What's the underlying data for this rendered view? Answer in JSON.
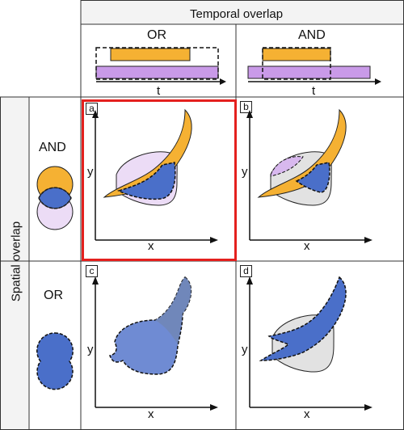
{
  "header": {
    "temporal_title": "Temporal overlap",
    "spatial_title": "Spatial overlap"
  },
  "columns": [
    {
      "label": "OR",
      "axis": "t"
    },
    {
      "label": "AND",
      "axis": "t"
    }
  ],
  "rows": [
    {
      "label": "AND"
    },
    {
      "label": "OR"
    }
  ],
  "panels": [
    {
      "id": "a",
      "xlabel": "x",
      "ylabel": "y",
      "highlighted": true
    },
    {
      "id": "b",
      "xlabel": "x",
      "ylabel": "y",
      "highlighted": false
    },
    {
      "id": "c",
      "xlabel": "x",
      "ylabel": "y",
      "highlighted": false
    },
    {
      "id": "d",
      "xlabel": "x",
      "ylabel": "y",
      "highlighted": false
    }
  ],
  "colors": {
    "orange": "#f5b133",
    "purple": "#c99ae8",
    "blue": "#4a6fc9",
    "highlight": "#e4201e",
    "header_bg": "#f3f3f3"
  }
}
